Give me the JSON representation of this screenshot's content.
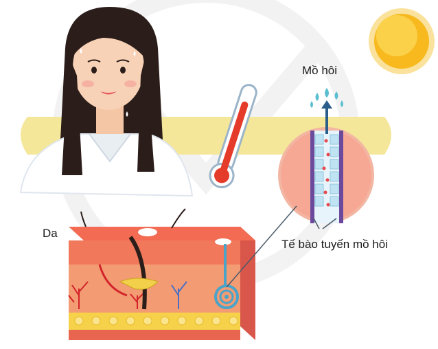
{
  "labels": {
    "sweat": "Mồ hôi",
    "skin": "Da",
    "gland_cells": "Tế bào tuyến mồ hôi"
  },
  "colors": {
    "sun": "#f7b91d",
    "band": "#f5e79a",
    "skin_top": "#f26b52",
    "skin_body": "#f39b72",
    "fat": "#f6d24a",
    "gland_coil": "#4aa3c8",
    "thermometer_fluid": "#e53b2a"
  },
  "icons": [
    "sun-icon",
    "thermometer-icon",
    "sweat-droplets-icon",
    "woman-illustration",
    "skin-section-illustration",
    "sweat-gland-magnified-illustration"
  ]
}
